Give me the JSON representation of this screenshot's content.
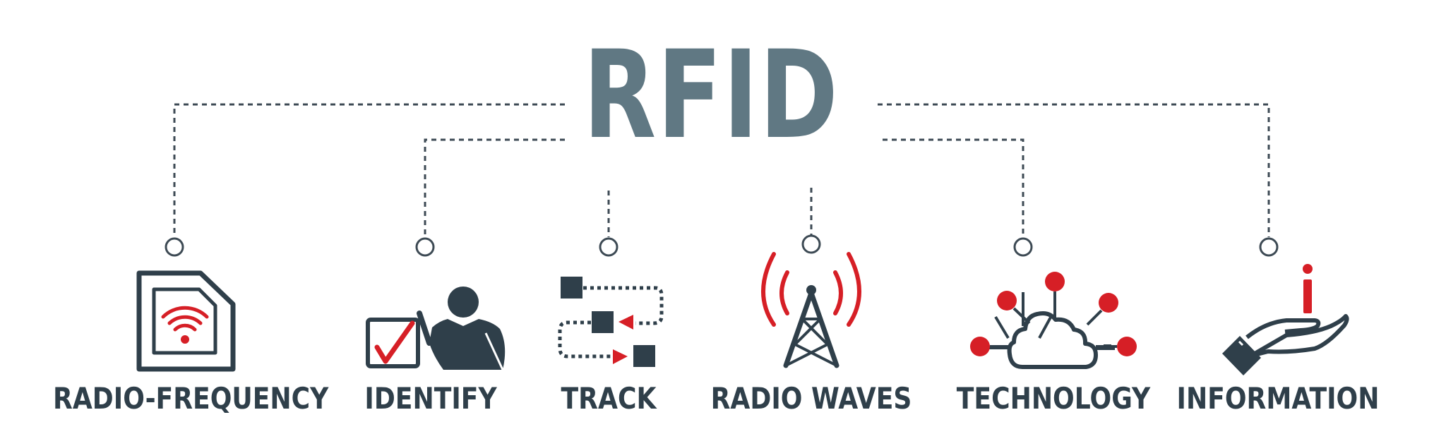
{
  "banner": {
    "title": "RFID",
    "items": [
      {
        "label": "RADIO-FREQUENCY",
        "icon": "rfid-tag-wifi-icon"
      },
      {
        "label": "IDENTIFY",
        "icon": "person-checkbox-icon"
      },
      {
        "label": "TRACK",
        "icon": "tracking-flow-icon"
      },
      {
        "label": "RADIO WAVES",
        "icon": "radio-tower-icon"
      },
      {
        "label": "TECHNOLOGY",
        "icon": "cloud-network-icon"
      },
      {
        "label": "INFORMATION",
        "icon": "hand-info-icon"
      }
    ]
  },
  "colors": {
    "dark": "#2f3f4a",
    "title": "#607883",
    "accent": "#d61f26",
    "background": "#ffffff"
  }
}
